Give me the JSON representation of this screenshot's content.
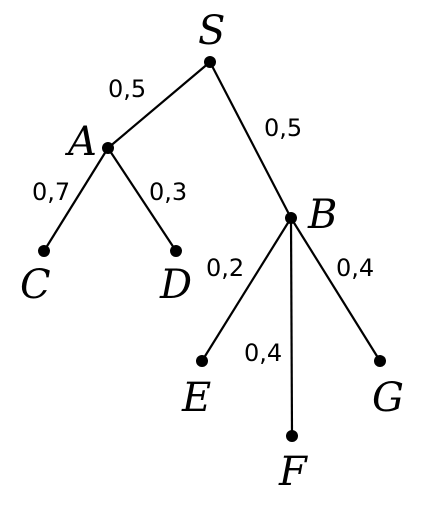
{
  "nodes": {
    "S": {
      "label": "S"
    },
    "A": {
      "label": "A"
    },
    "B": {
      "label": "B"
    },
    "C": {
      "label": "C"
    },
    "D": {
      "label": "D"
    },
    "E": {
      "label": "E"
    },
    "F": {
      "label": "F"
    },
    "G": {
      "label": "G"
    }
  },
  "edges": {
    "S_A": {
      "from": "S",
      "to": "A",
      "probability": "0,5"
    },
    "S_B": {
      "from": "S",
      "to": "B",
      "probability": "0,5"
    },
    "A_C": {
      "from": "A",
      "to": "C",
      "probability": "0,7"
    },
    "A_D": {
      "from": "A",
      "to": "D",
      "probability": "0,3"
    },
    "B_E": {
      "from": "B",
      "to": "E",
      "probability": "0,2"
    },
    "B_F": {
      "from": "B",
      "to": "F",
      "probability": "0,4"
    },
    "B_G": {
      "from": "B",
      "to": "G",
      "probability": "0,4"
    }
  },
  "colors": {
    "line": "#000000",
    "background": "#ffffff"
  }
}
